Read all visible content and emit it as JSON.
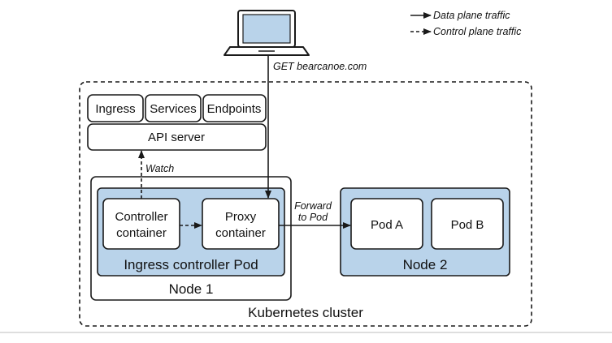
{
  "legend": {
    "data_plane": "Data plane traffic",
    "control_plane": "Control plane traffic"
  },
  "request_label": "GET bearcanoe.com",
  "api": {
    "ingress": "Ingress",
    "services": "Services",
    "endpoints": "Endpoints",
    "server": "API server"
  },
  "watch_label": "Watch",
  "node1": {
    "controller_line1": "Controller",
    "controller_line2": "container",
    "proxy_line1": "Proxy",
    "proxy_line2": "container",
    "pod_label": "Ingress controller Pod",
    "label": "Node 1"
  },
  "forward_line1": "Forward",
  "forward_line2": "to Pod",
  "node2": {
    "pod_a": "Pod A",
    "pod_b": "Pod B",
    "label": "Node 2"
  },
  "cluster_label": "Kubernetes cluster",
  "icons": {
    "client": "laptop-icon"
  }
}
